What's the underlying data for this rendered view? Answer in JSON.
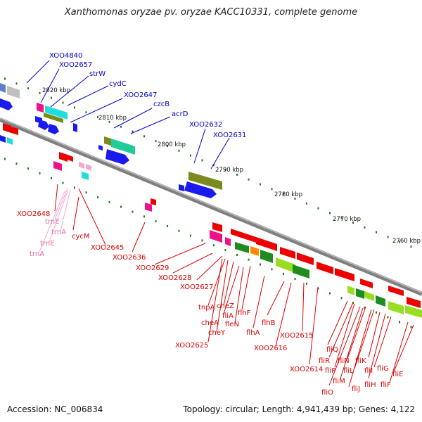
{
  "header": {
    "title": "Xanthomonas oryzae pv. oryzae KACC10331, complete genome"
  },
  "footer": {
    "accession": "Accession: NC_006834",
    "summary": "Topology: circular; Length: 4,941,439 bp; Genes: 4,122"
  },
  "colors": {
    "backbone": "#808080",
    "tick": "#1a7a1a",
    "label_blue": "#0000cc",
    "label_red": "#dd0000",
    "label_pink": "#e06aa8",
    "gene_red": "#ee0000",
    "gene_blue": "#1a1aee",
    "gene_green": "#1e8c1e",
    "gene_lime": "#99dd22",
    "gene_olive": "#7a8a1e",
    "gene_cyan": "#22dddd",
    "gene_teal": "#22cc99",
    "gene_magenta": "#ee1188",
    "gene_pink": "#f5a8cc",
    "gene_gray": "#b0b0b0",
    "gene_orange": "#ff8800"
  },
  "kbp_labels": [
    "2820 kbp",
    "2810 kbp",
    "2800 kbp",
    "2790 kbp",
    "2780 kbp",
    "2770 kbp",
    "2760 kbp"
  ],
  "labels_top": [
    "XOO4840",
    "XOO2657",
    "strW",
    "cydC",
    "XOO2647",
    "czcB",
    "acrD",
    "XOO2632",
    "XOO2631"
  ],
  "labels_bottom_left": [
    "XOO2648",
    "trnE",
    "trnA",
    "trnE",
    "trnA",
    "cycM",
    "XOO2645",
    "XOO2636",
    "XOO2629",
    "XOO2628",
    "XOO2627"
  ],
  "labels_bottom_mid": [
    "tnpA",
    "cheZ",
    "fliA",
    "cheA",
    "fleN",
    "flhF",
    "cheY",
    "XOO2625",
    "flhA",
    "flhB",
    "XOO2616",
    "XOO2615",
    "XOO2614"
  ],
  "labels_bottom_right": [
    "fliQ",
    "fliR",
    "fliN",
    "fliP",
    "fliL",
    "fliK",
    "fliM",
    "fliI",
    "fliG",
    "fliE",
    "fliH",
    "fliF",
    "fliJ",
    "fliO"
  ]
}
